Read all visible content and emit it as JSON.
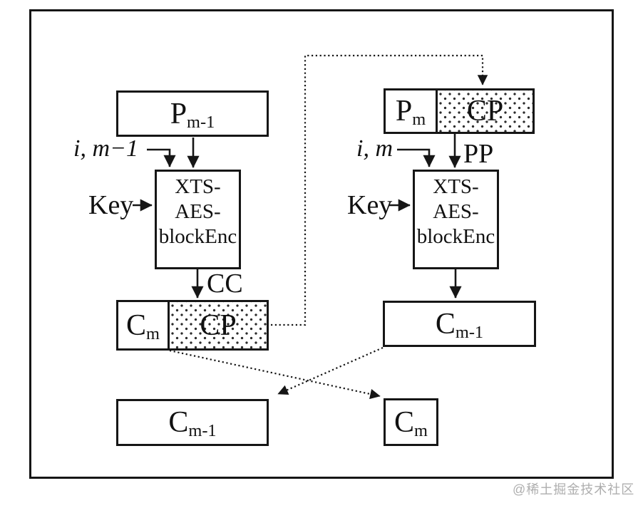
{
  "left_branch": {
    "plaintext_block": {
      "base": "P",
      "sub": "m-1"
    },
    "tweak_label": "i, m−1",
    "key_label": "Key",
    "enc_lines": [
      "XTS-",
      "AES-",
      "blockEnc"
    ],
    "cc_label": "CC",
    "output_cm": {
      "base": "C",
      "sub": "m"
    },
    "output_cp": "CP"
  },
  "right_branch": {
    "pm_cell": {
      "base": "P",
      "sub": "m"
    },
    "cp_cell": "CP",
    "tweak_label": "i, m",
    "pp_label": "PP",
    "key_label": "Key",
    "enc_lines": [
      "XTS-",
      "AES-",
      "blockEnc"
    ],
    "output_cm1": {
      "base": "C",
      "sub": "m-1"
    }
  },
  "final_outputs": {
    "cm1_block": {
      "base": "C",
      "sub": "m-1"
    },
    "cm_block": {
      "base": "C",
      "sub": "m"
    }
  },
  "watermark": "@稀土掘金技术社区"
}
